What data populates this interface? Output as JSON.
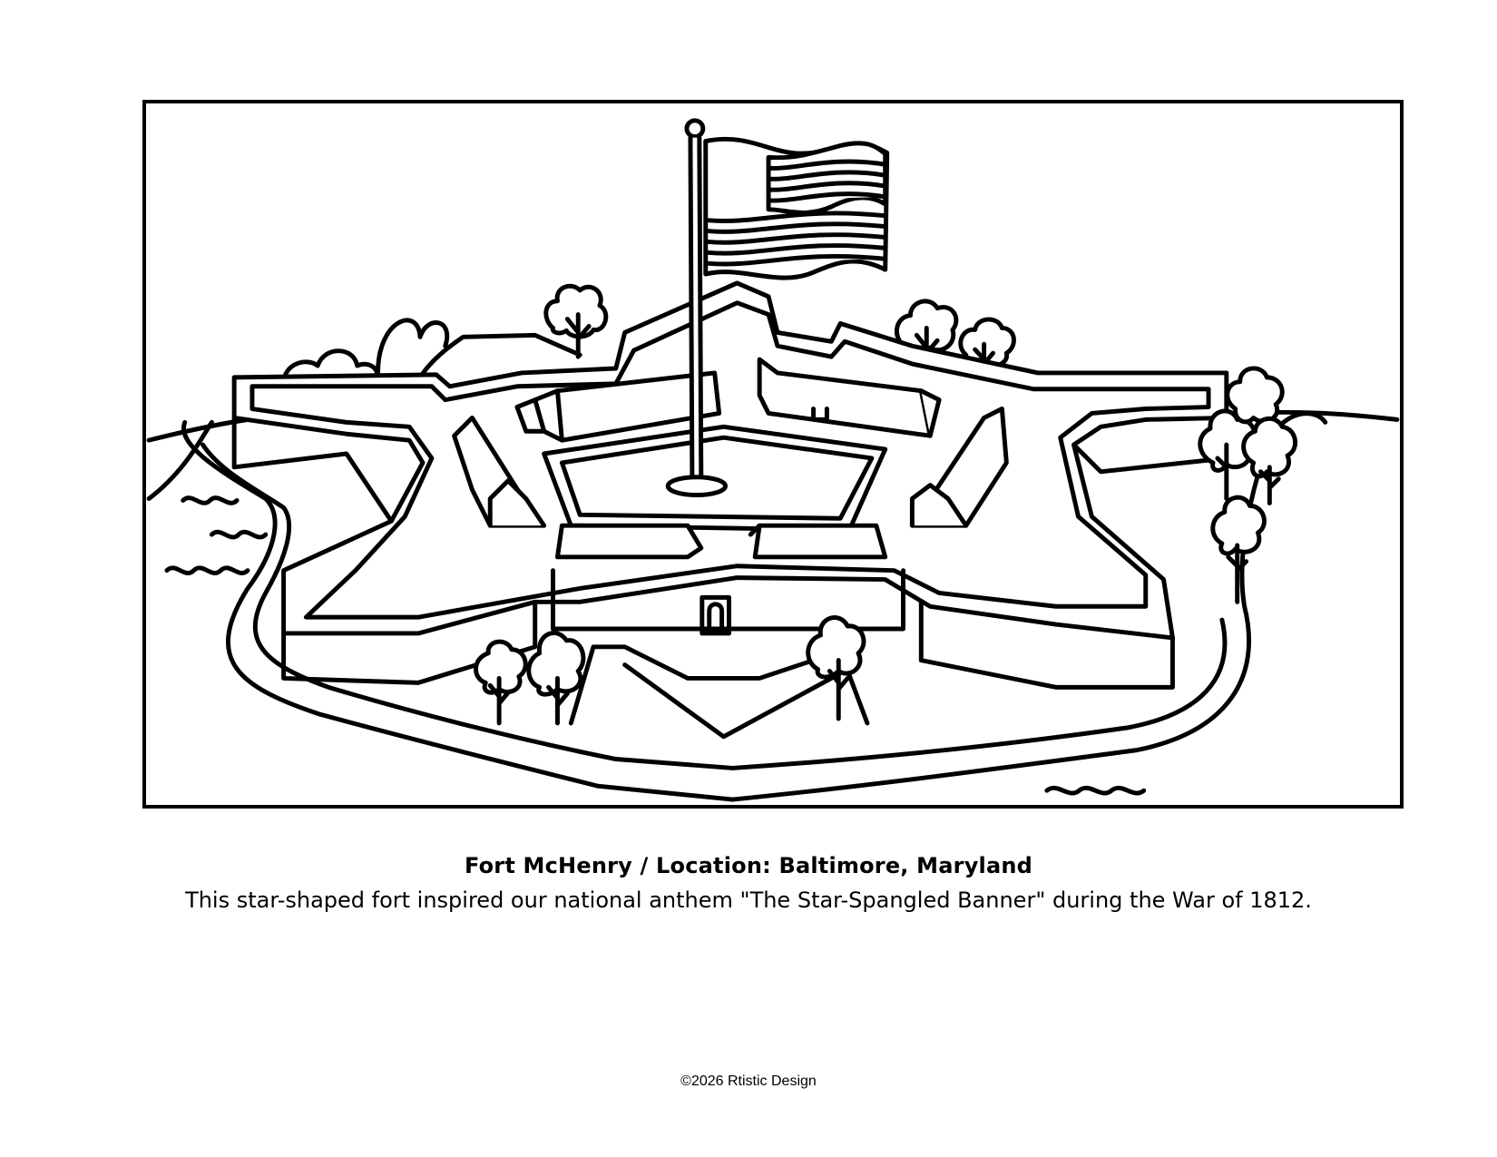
{
  "caption": {
    "title": "Fort McHenry / Location: Baltimore, Maryland",
    "description": "This star-shaped fort inspired our national anthem \"The Star-Spangled Banner\" during the War of 1812."
  },
  "footer": {
    "copyright": "©2026 Rtistic Design"
  },
  "illustration": {
    "stroke_color": "#000000",
    "fill_color": "#ffffff"
  }
}
